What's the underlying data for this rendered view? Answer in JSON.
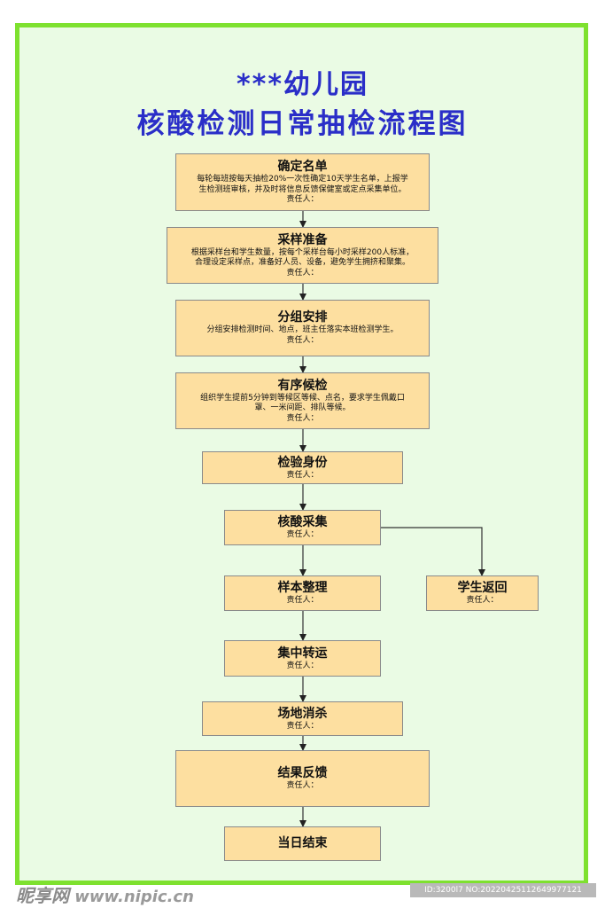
{
  "poster": {
    "title_line1": "***幼儿园",
    "title_line2": "核酸检测日常抽检流程图"
  },
  "steps": [
    {
      "title": "确定名单",
      "desc1": "每轮每班按每天抽检20%一次性确定10天学生名单，上报学",
      "desc2": "生检测班审核，并及时将信息反馈保健室或定点采集单位。",
      "resp": "责任人："
    },
    {
      "title": "采样准备",
      "desc1": "根据采样台和学生数量，按每个采样台每小时采样200人标准，",
      "desc2": "合理设定采样点，准备好人员、设备，避免学生拥挤和聚集。",
      "resp": "责任人："
    },
    {
      "title": "分组安排",
      "desc1": "分组安排检测时间、地点，班主任落实本班检测学生。",
      "resp": "责任人："
    },
    {
      "title": "有序候检",
      "desc1": "组织学生提前5分钟到等候区等候、点名，要求学生佩戴口",
      "desc2": "罩、一米间距、排队等候。",
      "resp": "责任人："
    },
    {
      "title": "检验身份",
      "resp": "责任人："
    },
    {
      "title": "核酸采集",
      "resp": "责任人："
    },
    {
      "title": "样本整理",
      "resp": "责任人："
    },
    {
      "title": "集中转运",
      "resp": "责任人："
    },
    {
      "title": "场地消杀",
      "resp": "责任人："
    },
    {
      "title": "结果反馈",
      "resp": "责任人："
    },
    {
      "title": "当日结束"
    }
  ],
  "branch": {
    "title": "学生返回",
    "resp": "责任人："
  },
  "watermark": {
    "logo": "昵享网",
    "url": "www.nipic.cn",
    "id_text": "ID:3200l7 NO:20220425112649977121"
  },
  "colors": {
    "border": "#7ee12f",
    "background": "#eafbe4",
    "box": "#fddfa0",
    "title": "#2a2ec8"
  }
}
